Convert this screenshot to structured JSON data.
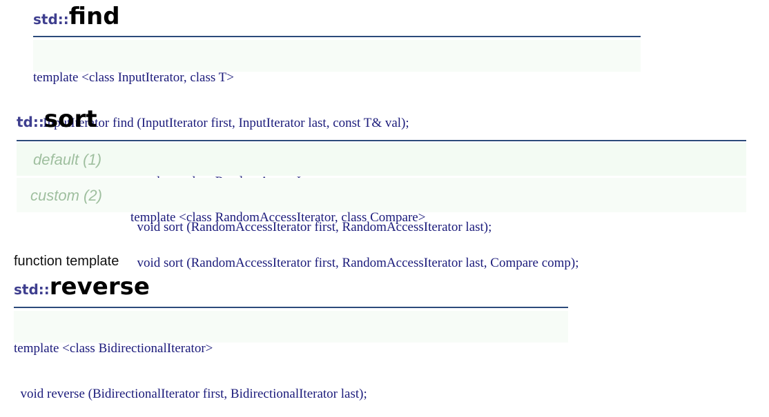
{
  "find": {
    "ns": "std::",
    "name": "find",
    "code_line1": "template <class InputIterator, class T>",
    "code_line2": "   InputIterator find (InputIterator first, InputIterator last, const T& val);"
  },
  "sort": {
    "ns": "td::",
    "name": "sort",
    "rows": [
      {
        "label": "default (1)",
        "line1": "template <class RandomAccessIterator>",
        "line2": "  void sort (RandomAccessIterator first, RandomAccessIterator last);"
      },
      {
        "label": "custom (2)",
        "line1": "template <class RandomAccessIterator, class Compare>",
        "line2": "  void sort (RandomAccessIterator first, RandomAccessIterator last, Compare comp);"
      }
    ]
  },
  "reverse": {
    "caption": "function template",
    "ns": "std::",
    "name": "reverse",
    "code_line1": "template <class BidirectionalIterator>",
    "code_line2": "  void reverse (BidirectionalIterator first, BidirectionalIterator last);"
  },
  "colors": {
    "namespace": "#3f3f8f",
    "rule": "#2b4a7a",
    "code_bg": "#f7fcf7",
    "code_text": "#1a1a7a",
    "label": "#9fbf9f"
  }
}
